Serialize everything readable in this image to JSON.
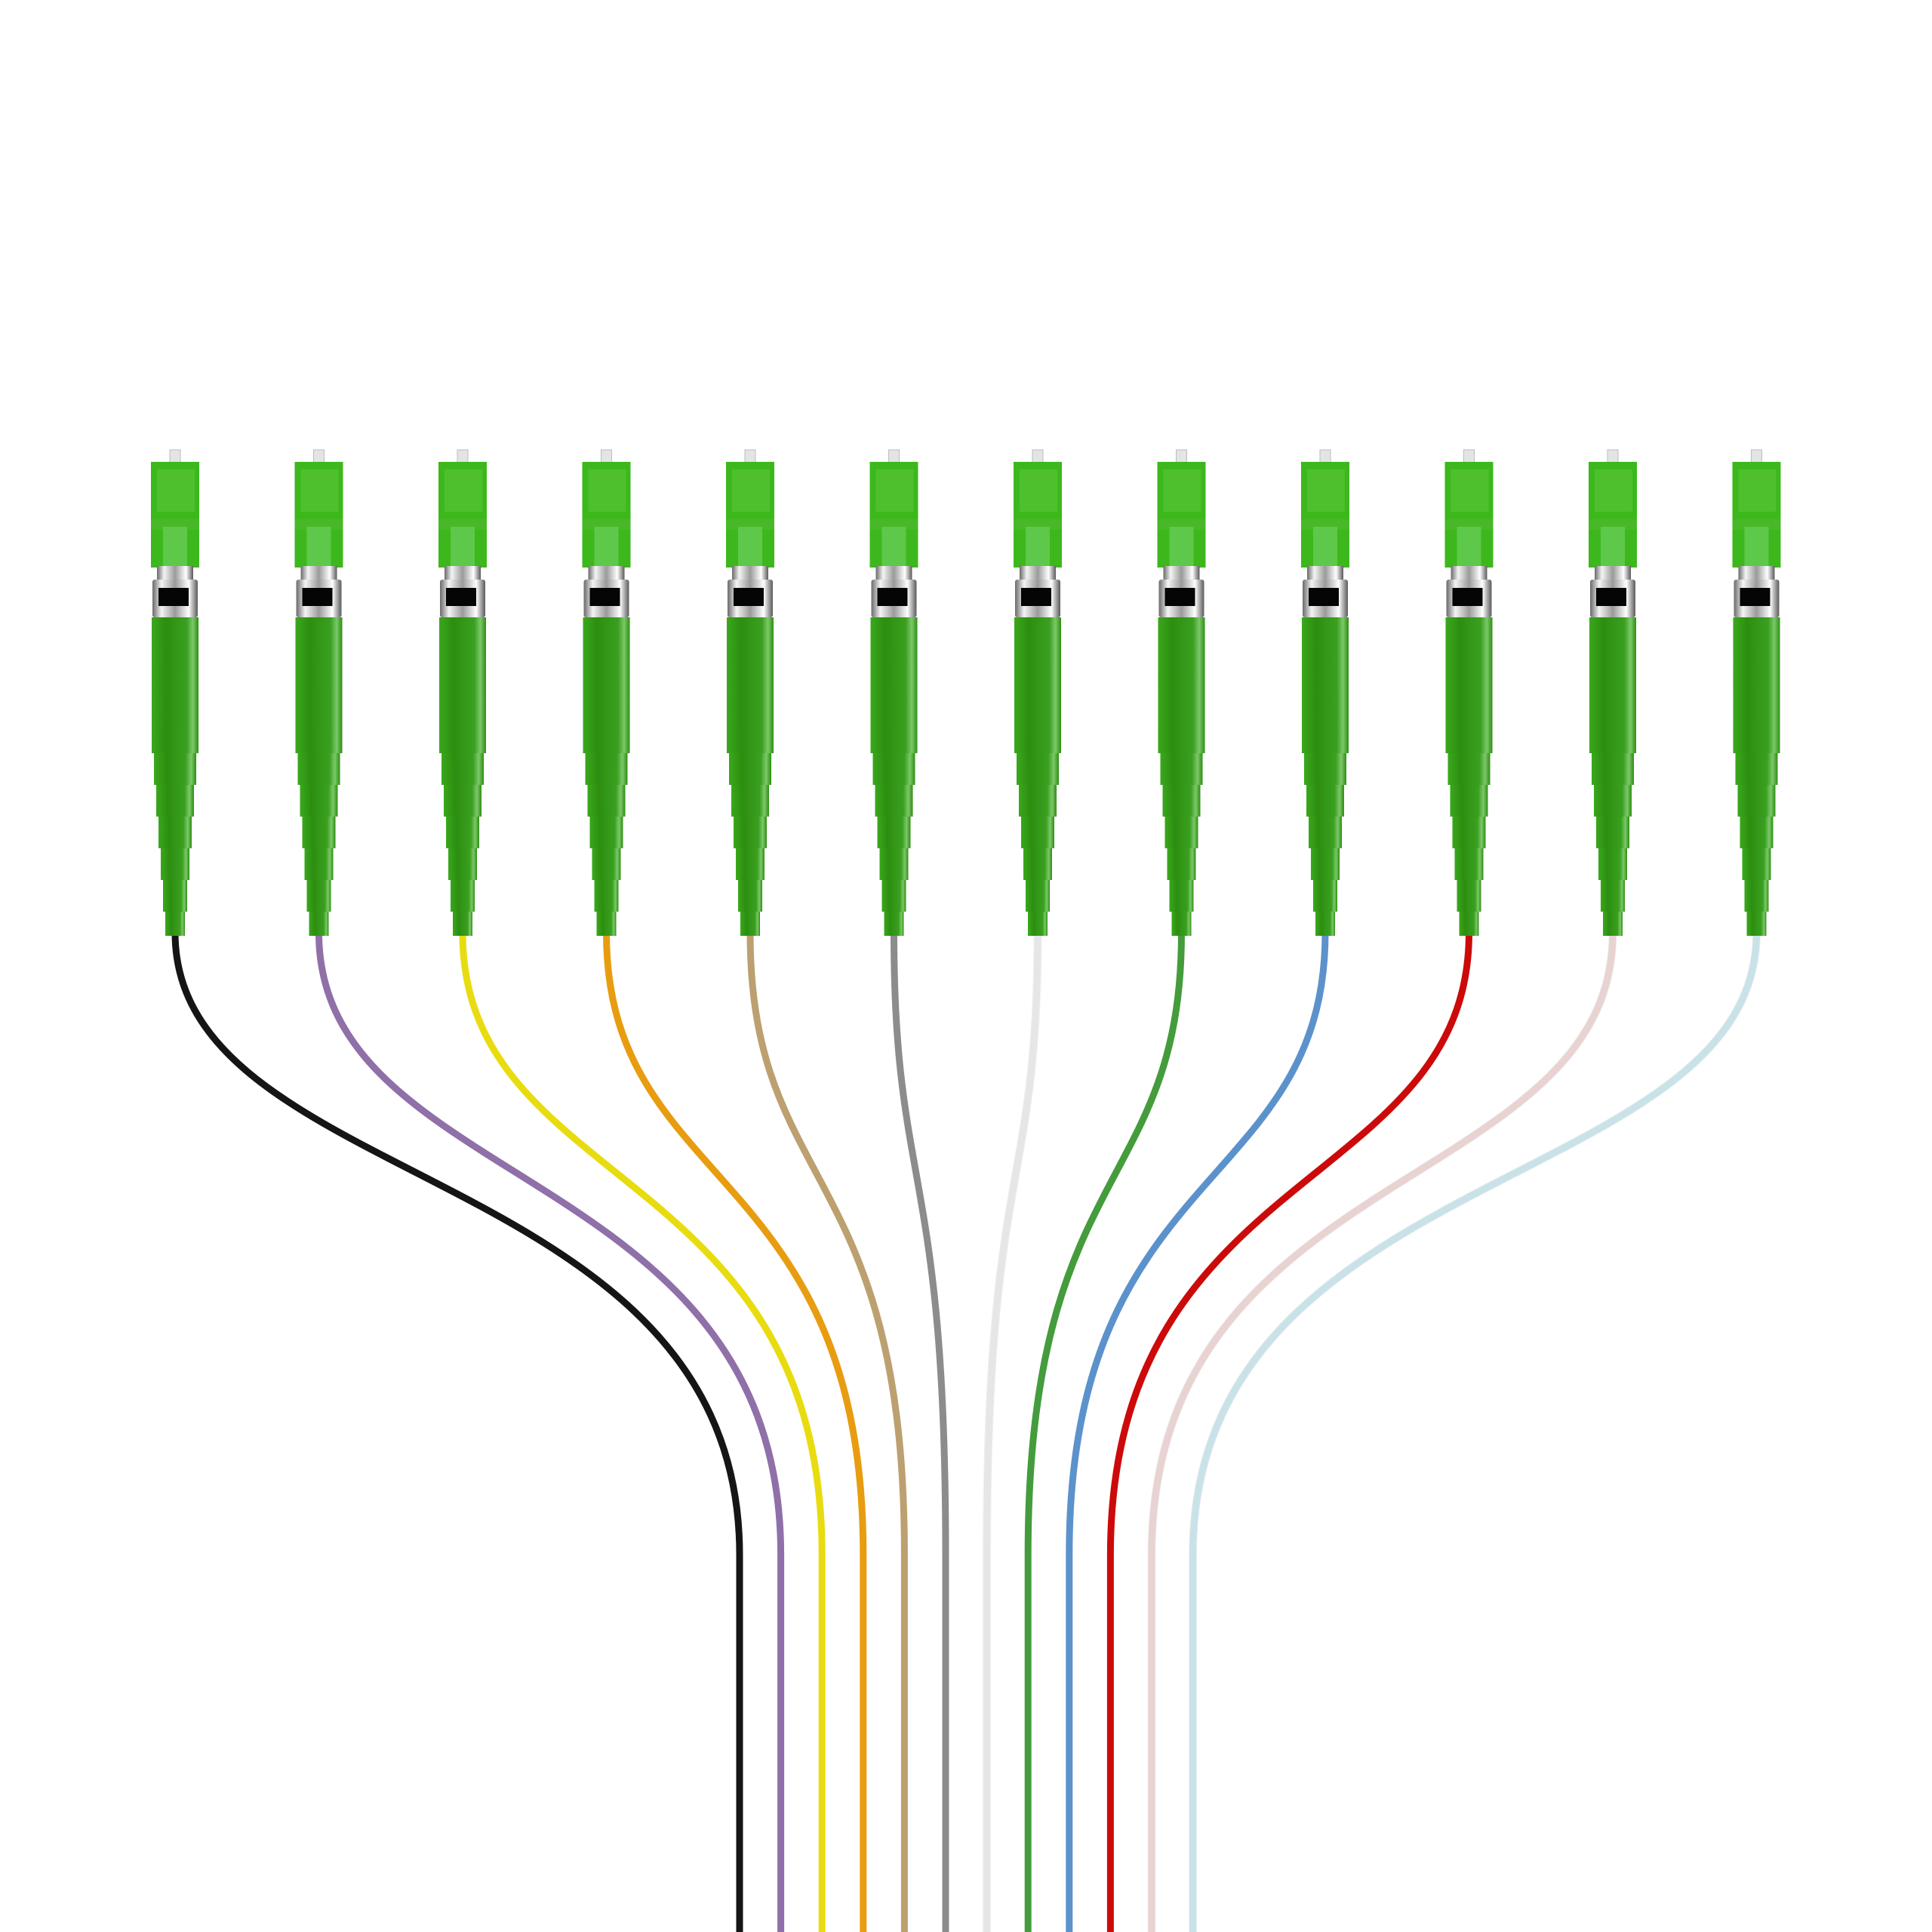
{
  "product": {
    "connector_color": "#3cb81c",
    "boot_color": "#2e9a12",
    "cables": [
      {
        "name": "black",
        "color": "#151515"
      },
      {
        "name": "purple",
        "color": "#9070a8"
      },
      {
        "name": "yellow",
        "color": "#e8dc10"
      },
      {
        "name": "orange",
        "color": "#e89c10"
      },
      {
        "name": "tan",
        "color": "#bca070"
      },
      {
        "name": "grey",
        "color": "#8c8c8c"
      },
      {
        "name": "white",
        "color": "#e6e6e6"
      },
      {
        "name": "green",
        "color": "#449c3c"
      },
      {
        "name": "blue",
        "color": "#5c92cc"
      },
      {
        "name": "red",
        "color": "#cc0a0a"
      },
      {
        "name": "pink",
        "color": "#e8d2d2"
      },
      {
        "name": "light-blue",
        "color": "#c8e2e8"
      }
    ]
  }
}
